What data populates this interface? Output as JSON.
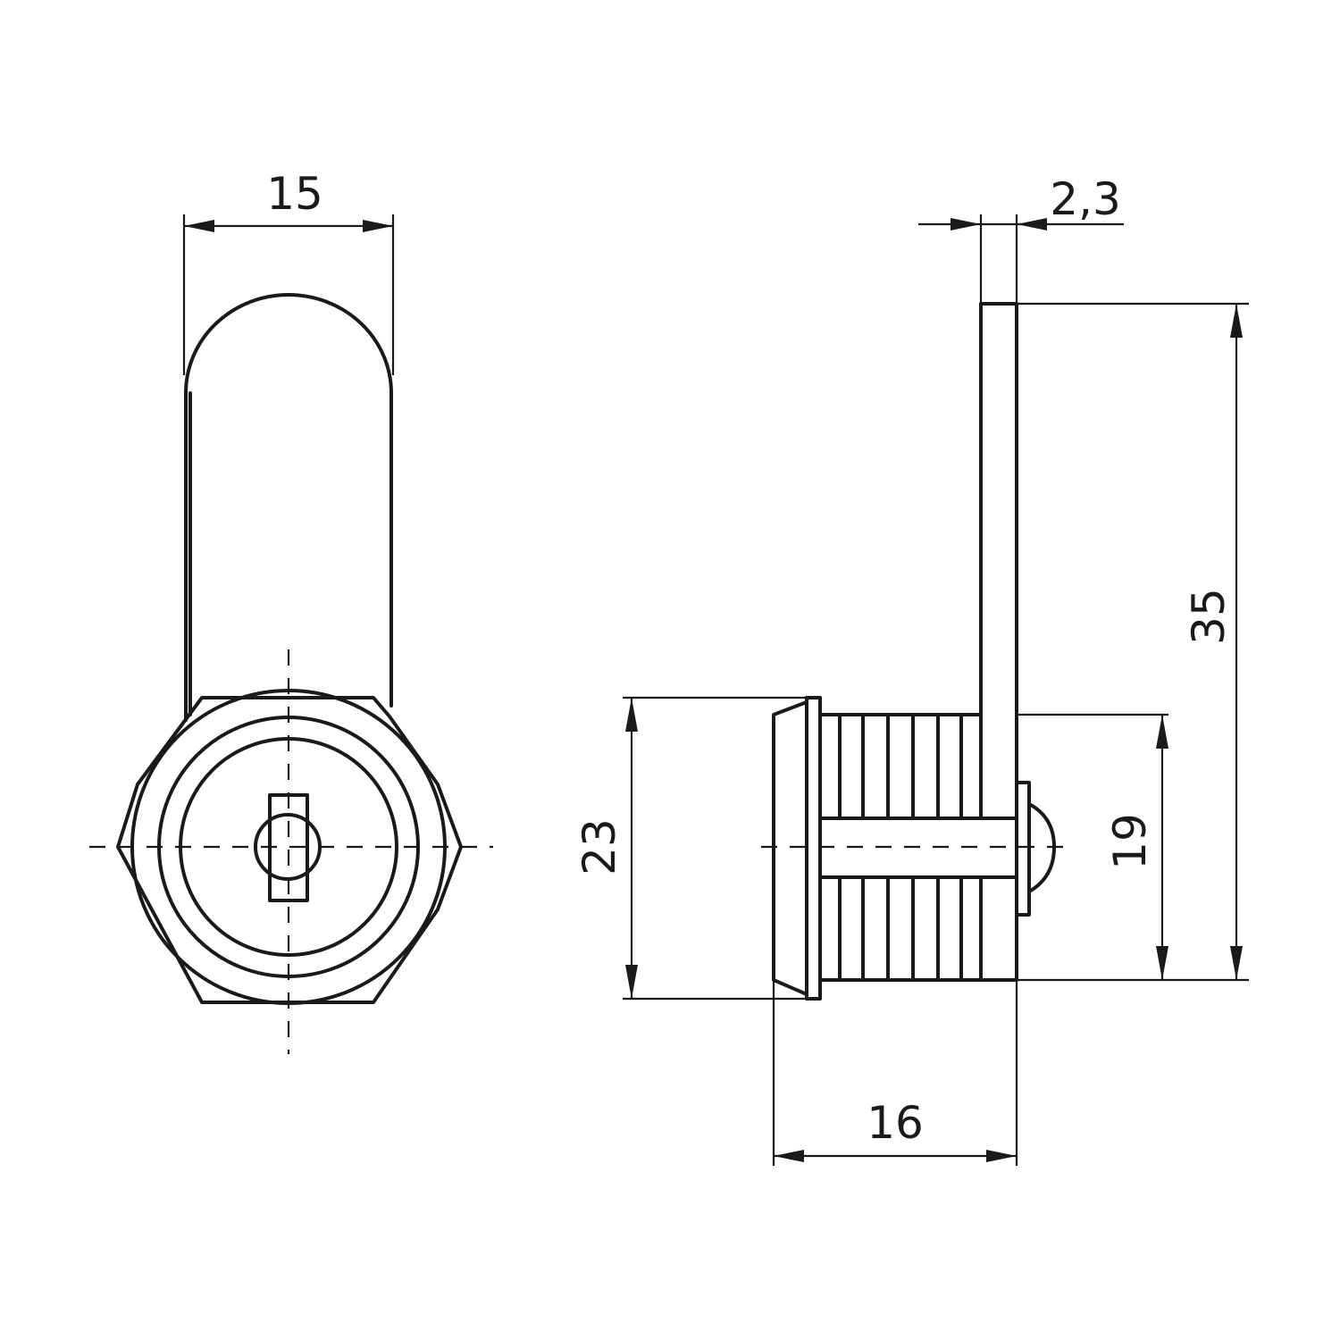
{
  "dimensions": {
    "width": "15",
    "thickness": "2,3",
    "height": "35",
    "bezel_diameter": "23",
    "body_diameter": "19",
    "length": "16"
  },
  "colors": {
    "line": "#1a1a1a",
    "background": "#ffffff"
  }
}
